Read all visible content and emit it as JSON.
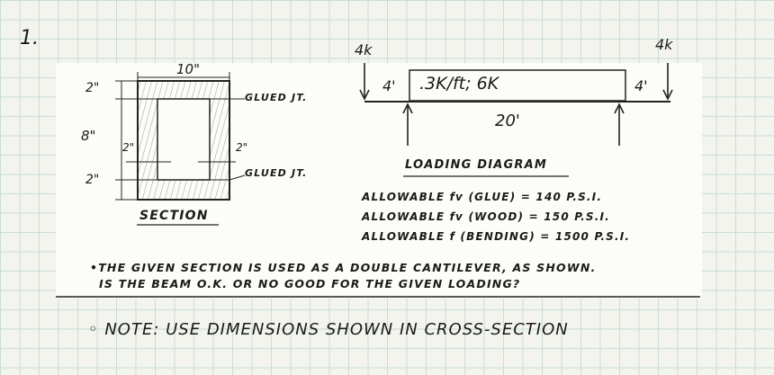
{
  "problem_number": "1.",
  "section": {
    "width_label": "10\"",
    "top_label": "2\"",
    "middle_label": "8\"",
    "bottom_label": "2\"",
    "left_inner_label": "2\"",
    "right_inner_label": "2\"",
    "glued_top": "GLUED JT.",
    "glued_bottom": "GLUED JT.",
    "caption": "SECTION"
  },
  "loading": {
    "left_load": "4k",
    "right_load": "4k",
    "left_overhang": "4'",
    "right_overhang": "4'",
    "distributed_load": ".3K/ft; 6K",
    "span": "20'",
    "caption": "LOADING DIAGRAM"
  },
  "allowables": [
    {
      "text": "ALLOWABLE fv (GLUE) = 140 P.S.I."
    },
    {
      "text": "ALLOWABLE fv (WOOD) = 150 P.S.I."
    },
    {
      "text": "ALLOWABLE f (BENDING) = 1500 P.S.I."
    }
  ],
  "question": {
    "line1": "•THE GIVEN SECTION IS USED AS A DOUBLE CANTILEVER, AS SHOWN.",
    "line2": "IS THE BEAM O.K. OR NO GOOD FOR THE GIVEN LOADING?"
  },
  "note": "◦ NOTE:  USE DIMENSIONS SHOWN IN CROSS-SECTION"
}
